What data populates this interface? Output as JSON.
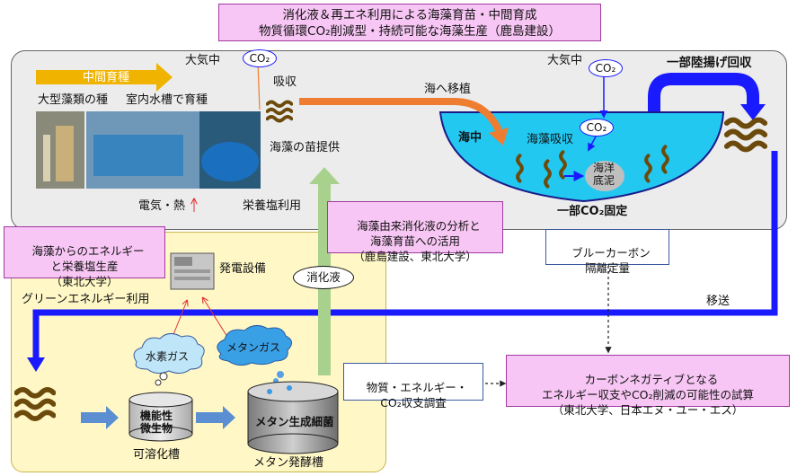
{
  "title": {
    "line1": "消化液＆再エネ利用による海藻育苗・中間育成",
    "line2": "物質循環CO₂削減型・持続可能な海藻生産（鹿島建設）"
  },
  "top_panel": {
    "air_label_left": "大気中",
    "air_label_right": "大気中",
    "co2": "CO₂",
    "absorb": "吸収",
    "intermediate": "中間育種",
    "seed_label": "大型藻類の種",
    "tank_label": "室内水槽で育種",
    "to_sea": "海へ移植",
    "seedling_supply": "海藻の苗提供",
    "elec_heat": "電気・熱",
    "nutrient_use": "栄養塩利用",
    "in_sea": "海中",
    "seaweed_absorb": "海藻吸収",
    "sediment": "海洋\n底泥",
    "partial_fix": "一部CO₂固定",
    "partial_recovery": "一部陸揚げ回収"
  },
  "boxes": {
    "energy_from_seaweed": "海藻からのエネルギー\nと栄養塩生産\n（東北大学）",
    "digestate_analysis": "海藻由来消化液の分析と\n海藻育苗への活用\n（鹿島建設、東北大学）",
    "blue_carbon": "ブルーカーボン\n隔離定量",
    "material_balance": "物質・エネルギー・\nCO₂収支調査",
    "carbon_negative": "カーボンネガティブとなる\nエネルギー収支やCO₂削減の可能性の試算\n（東北大学、日本エヌ・ユー・エス）"
  },
  "bottom_panel": {
    "power_plant": "発電設備",
    "digestate": "消化液",
    "green_energy": "グリーンエネルギー利用",
    "hydrogen": "水素ガス",
    "methane_gas": "メタンガス",
    "functional_microbe": "機能性\n微生物",
    "methanogen": "メタン生成細菌",
    "solubilization_tank": "可溶化槽",
    "methane_tank": "メタン発酵槽",
    "transport": "移送"
  },
  "colors": {
    "top_panel_bg": "#ececec",
    "bottom_panel_bg": "#fff8c6",
    "pink": "#f7c6f4",
    "blue_arrow": "#1a1aff",
    "orange_arrow": "#ee7d31",
    "green_arrow": "#a9d18e",
    "sea": "#22c8f0",
    "seaweed": "#6b4a0c"
  }
}
